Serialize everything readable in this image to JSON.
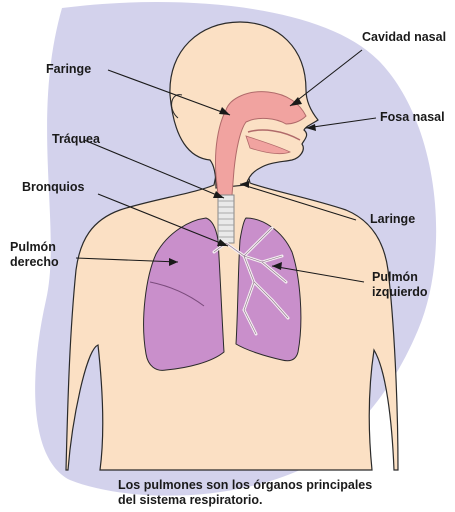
{
  "labels": {
    "cavidad_nasal": "Cavidad nasal",
    "faringe": "Faringe",
    "fosa_nasal": "Fosa nasal",
    "traquea": "Tráquea",
    "bronquios": "Bronquios",
    "laringe": "Laringe",
    "pulmon_derecho": "Pulmón\nderecho",
    "pulmon_izquierdo": "Pulmón\nizquierdo"
  },
  "caption": "Los pulmones son los órganos principales\ndel sistema respiratorio.",
  "colors": {
    "background_blob": "#d3d2ec",
    "skin": "#fbe0c4",
    "outline": "#2a2a2a",
    "airway": "#f1a3a0",
    "lung": "#c98fcb",
    "trachea": "#e9e9e9"
  }
}
